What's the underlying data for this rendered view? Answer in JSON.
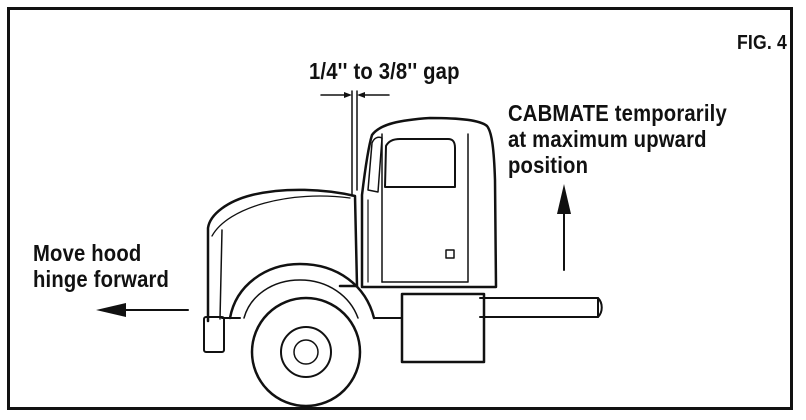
{
  "figure": {
    "number_label": "FIG. 4"
  },
  "labels": {
    "gap": "1/4'' to 3/8'' gap",
    "cabmate_line1": "CABMATE temporarily",
    "cabmate_line2": "at maximum upward",
    "cabmate_line3": "position",
    "hood_line1": "Move hood",
    "hood_line2": "hinge forward"
  },
  "colors": {
    "ink": "#111111",
    "paper": "#ffffff"
  }
}
